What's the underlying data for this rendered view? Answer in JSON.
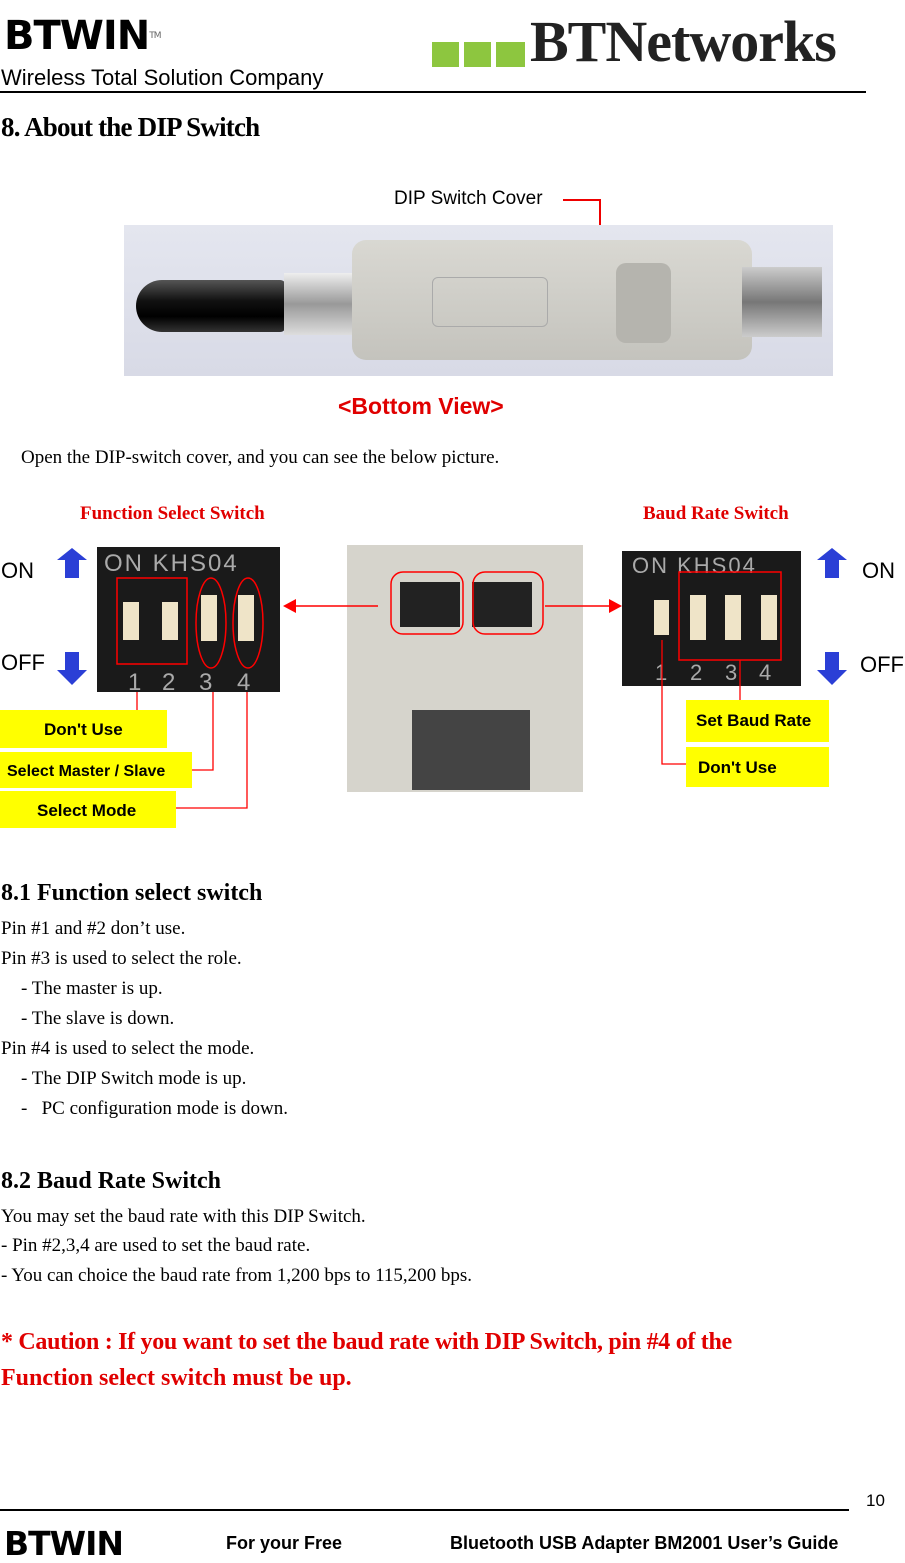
{
  "header": {
    "logo_left": "BTWIN",
    "logo_tm": "TM",
    "tagline": "Wireless Total Solution Company",
    "logo_right": "BTNetworks",
    "brand_green": "#8dc63f"
  },
  "section": {
    "title": "8. About the DIP Switch",
    "cover_label": "DIP Switch Cover",
    "view_caption": "<Bottom View>",
    "instruction": "Open the DIP-switch cover, and you can see the below picture.",
    "function_label": "Function Select Switch",
    "baud_label": "Baud Rate Switch"
  },
  "diagram": {
    "on": "ON",
    "off": "OFF",
    "chip_label": "ON KHS04",
    "pins": [
      "1",
      "2",
      "3",
      "4"
    ],
    "left_callouts": [
      "Don't Use",
      "Select Master / Slave",
      "Select Mode"
    ],
    "right_callouts": [
      "Set Baud Rate",
      "Don't Use"
    ],
    "accent_red": "#ff0000",
    "callout_yellow": "#ffff00",
    "arrow_blue": "#2b3fd6"
  },
  "s81": {
    "title": "8.1 Function select switch",
    "lines": [
      "Pin #1 and #2 don’t use.",
      "Pin #3 is used to select the role.",
      "- The master is up.",
      "- The slave is down.",
      "Pin #4 is used to select the mode.",
      "- The DIP Switch mode is up.",
      "-   PC configuration mode is down."
    ]
  },
  "s82": {
    "title": "8.2 Baud Rate Switch",
    "lines": [
      "You may set the baud rate with this DIP Switch.",
      "- Pin #2,3,4 are used to set the baud rate.",
      "- You can choice the baud rate from 1,200 bps to 115,200 bps."
    ]
  },
  "caution": {
    "line1": "* Caution : If you want to set the baud rate with DIP Switch, pin #4 of the",
    "line2": "Function select switch must be up."
  },
  "footer": {
    "page_number": "10",
    "logo": "BTWIN",
    "slogan": "For your Free",
    "guide_title": "Bluetooth USB Adapter BM2001 User’s Guide"
  }
}
